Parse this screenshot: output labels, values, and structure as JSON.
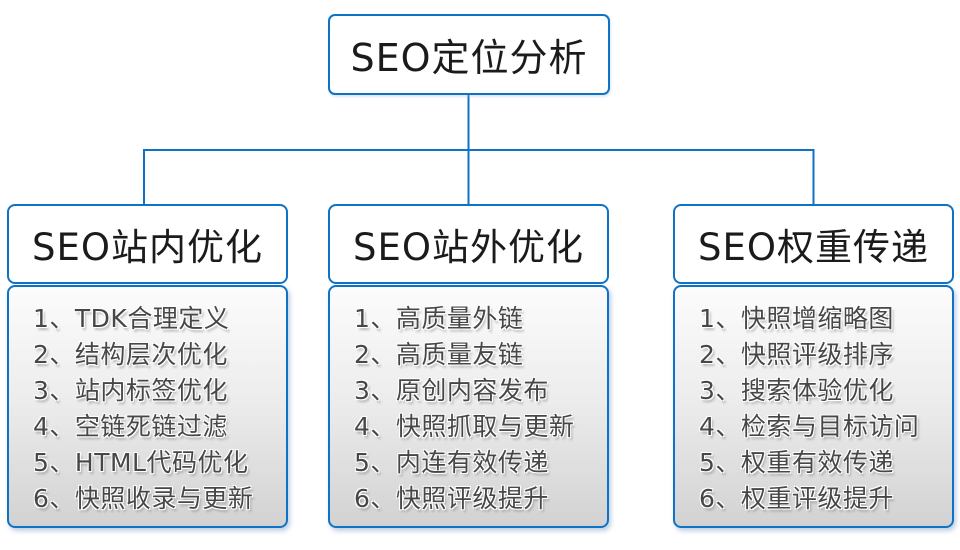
{
  "diagram": {
    "root": {
      "label": "SEO定位分析"
    },
    "columns": [
      {
        "title": "SEO站内优化",
        "items": [
          "1、TDK合理定义",
          "2、结构层次优化",
          "3、站内标签优化",
          "4、空链死链过滤",
          "5、HTML代码优化",
          "6、快照收录与更新"
        ]
      },
      {
        "title": "SEO站外优化",
        "items": [
          "1、高质量外链",
          "2、高质量友链",
          "3、原创内容发布",
          "4、快照抓取与更新",
          "5、内连有效传递",
          "6、快照评级提升"
        ]
      },
      {
        "title": "SEO权重传递",
        "items": [
          "1、快照增缩略图",
          "2、快照评级排序",
          "3、搜索体验优化",
          "4、检索与目标访问",
          "5、权重有效传递",
          "6、权重评级提升"
        ]
      }
    ],
    "colors": {
      "line_blue": "#0e73c6",
      "title_text": "#1b1b1b",
      "item_text": "#474747",
      "list_bg_top": "#fcfcfc",
      "list_bg_bottom": "#d2d2d2"
    }
  }
}
